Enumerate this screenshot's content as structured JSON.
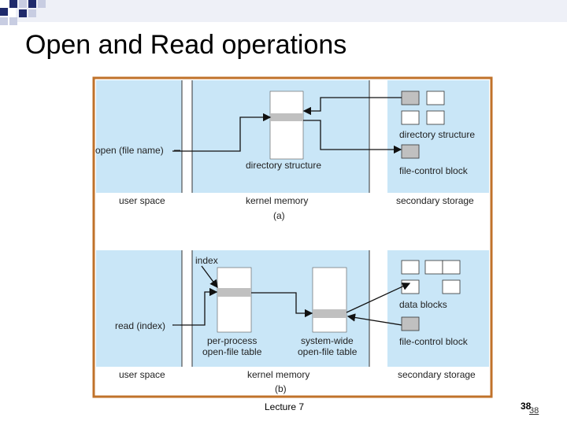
{
  "slide": {
    "title": "Open and Read operations",
    "footer": "Lecture 7",
    "page_number": "38",
    "page_number_ghost": "38"
  },
  "colors": {
    "panel_blue": "#c9e6f7",
    "frame_orange": "#c0722a",
    "block_gray": "#c0c0c0",
    "deco_navy": "#1f2a6b",
    "deco_gray": "#c8cde2"
  },
  "diagram": {
    "a": {
      "open_label": "open (file name)",
      "directory_structure_label": "directory structure",
      "dir_structure_storage_label": "directory structure",
      "fcb_label": "file-control block",
      "user_space": "user space",
      "kernel_memory": "kernel memory",
      "secondary_storage": "secondary storage",
      "caption": "(a)"
    },
    "b": {
      "index_label": "index",
      "read_label": "read (index)",
      "per_process_line1": "per-process",
      "per_process_line2": "open-file table",
      "system_wide_line1": "system-wide",
      "system_wide_line2": "open-file table",
      "data_blocks_label": "data blocks",
      "fcb_label": "file-control block",
      "user_space": "user space",
      "kernel_memory": "kernel memory",
      "secondary_storage": "secondary storage",
      "caption": "(b)"
    }
  }
}
